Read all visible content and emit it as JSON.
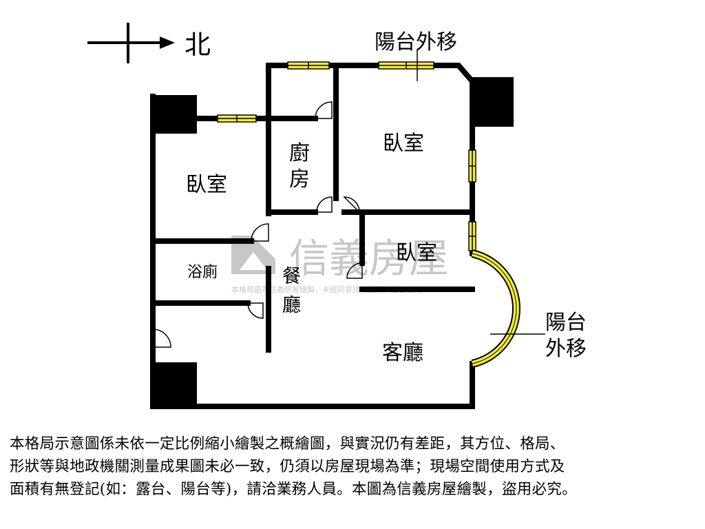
{
  "compass": {
    "direction": "北"
  },
  "rooms": {
    "balcony_top": "陽台外移",
    "bedroom_ne": "臥室",
    "bedroom_w": "臥室",
    "kitchen_1": "廚",
    "kitchen_2": "房",
    "bedroom_small": "臥室",
    "bathroom": "浴廁",
    "dining_1": "餐",
    "dining_2": "廳",
    "living": "客廳",
    "balcony_right_1": "陽台",
    "balcony_right_2": "外移"
  },
  "watermark": {
    "brand": "信義房屋",
    "note": "本格局圖為信義房屋繪製，未經同意請勿盜用，違者必究"
  },
  "disclaimer": [
    "本格局示意圖係未依一定比例縮小繪製之概繪圖，與實況仍有差距，其方位、格局、",
    "形狀等與地政機關測量成果圖未必一致，仍須以房屋現場為準；現場空間使用方式及",
    "面積有無登記(如：露台、陽台等)，請洽業務人員。本圖為信義房屋繪製，盜用必究。"
  ],
  "colors": {
    "wall": "#000000",
    "window": "#f2ec3a",
    "watermark": "#bdbdbd"
  }
}
